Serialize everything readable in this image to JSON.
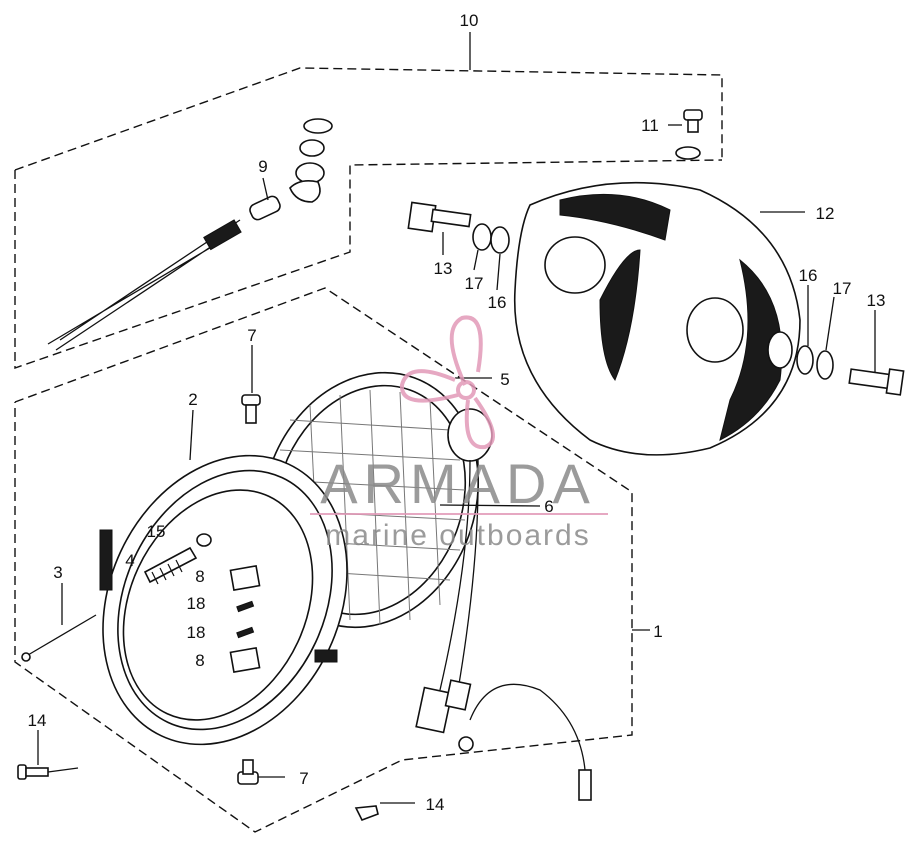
{
  "diagram": {
    "part_labels": [
      "10",
      "11",
      "9",
      "12",
      "13",
      "17",
      "16",
      "16",
      "17",
      "13",
      "7",
      "5",
      "2",
      "6",
      "15",
      "4",
      "8",
      "18",
      "18",
      "8",
      "3",
      "1",
      "14",
      "7",
      "14"
    ]
  },
  "watermark": {
    "brand": "ARMADA",
    "tagline": "marine outboards",
    "color": "#e29ab8"
  }
}
